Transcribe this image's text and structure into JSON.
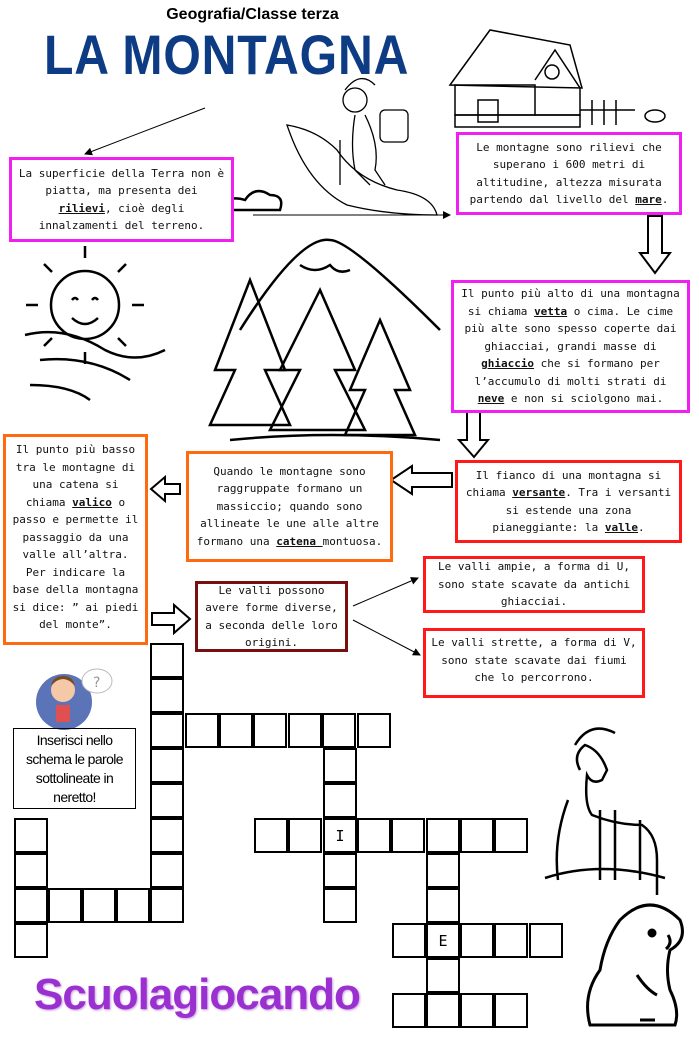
{
  "header": {
    "subtitle": "Geografia/Classe terza",
    "title": "LA MONTAGNA"
  },
  "boxes": {
    "superficie": {
      "parts": [
        "La superficie della Terra non è piatta, ma presenta dei ",
        "rilievi",
        ", cioè degli innalzamenti del terreno."
      ]
    },
    "montagne": {
      "parts": [
        "Le montagne sono rilievi che superano i 600 metri di altitudine, altezza misurata partendo dal livello del ",
        "mare",
        "."
      ]
    },
    "vetta": {
      "parts": [
        "Il punto più alto di una montagna si chiama ",
        "vetta",
        " o cima. Le cime più alte sono spesso coperte dai ghiacciai, grandi masse di ",
        "ghiaccio",
        " che si formano per l’accumulo di molti strati di ",
        "neve",
        " e non si sciolgono mai."
      ]
    },
    "versante": {
      "parts": [
        "Il fianco di una montagna si chiama ",
        "versante",
        ". Tra i versanti si estende una zona pianeggiante: la ",
        "valle",
        "."
      ]
    },
    "catena": {
      "parts": [
        "Quando le montagne sono raggruppate formano un massiccio; quando sono allineate le une alle altre formano una ",
        "catena ",
        " montuosa."
      ]
    },
    "valico": {
      "parts": [
        "Il punto più basso tra le montagne di una catena si chiama ",
        "valico",
        " o passo e permette il passaggio da una valle all’altra. Per indicare la base della montagna si dice: ” ai piedi del monte”."
      ]
    },
    "valli": {
      "parts": [
        "Le valli possono avere forme diverse, a seconda delle loro origini."
      ]
    },
    "valli_u": {
      "parts": [
        "Le valli ampie, a forma di U, sono state scavate da antichi ghiacciai."
      ]
    },
    "valli_v": {
      "parts": [
        "Le valli strette, a forma di V, sono state scavate dai fiumi che lo percorrono."
      ]
    }
  },
  "instruction": "Inserisci nello schema le parole sottolineate in neretto!",
  "crossword": {
    "given_letters": {
      "I": "I",
      "E": "E"
    }
  },
  "logo": "Scuolagiocando",
  "colors": {
    "title": "#0d3b84",
    "magenta": "#f020f0",
    "red": "#ff1a1a",
    "orange": "#ff6a10",
    "dark_red": "#7a0f0f",
    "logo": "#9b30d0"
  }
}
